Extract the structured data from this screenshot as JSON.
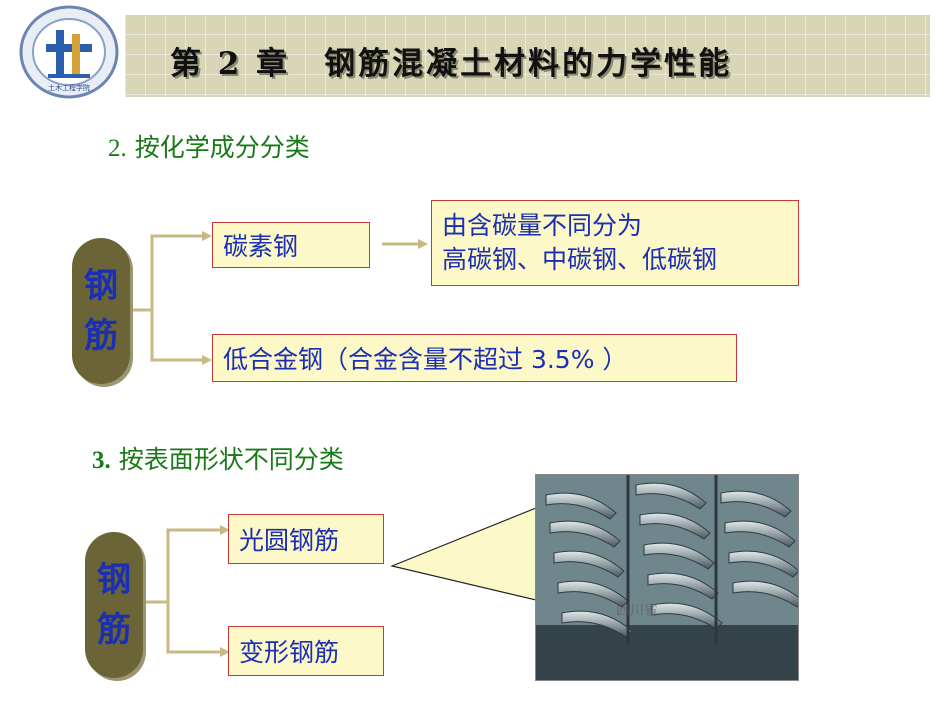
{
  "header": {
    "title": "第 2 章　钢筋混凝土材料的力学性能",
    "logo_text": "土木工程学院"
  },
  "section_chemical": {
    "heading_num": "2.",
    "heading_text": "按化学成分分类",
    "root_char1": "钢",
    "root_char2": "筋",
    "carbon_steel": "碳素钢",
    "carbon_detail_line1": "由含碳量不同分为",
    "carbon_detail_line2": "高碳钢、中碳钢、低碳钢",
    "low_alloy_steel": "低合金钢（合金含量不超过 3.5% ）"
  },
  "section_surface": {
    "heading_num": "3.",
    "heading_text": "按表面形状不同分类",
    "root_char1": "钢",
    "root_char2": "筋",
    "plain_bar": "光圆钢筋",
    "deformed_bar": "变形钢筋",
    "photo_watermark": "四川省"
  },
  "colors": {
    "heading_green": "#1a7a1a",
    "box_text_blue": "#1a2fb4",
    "box_fill": "#fdf8c8",
    "box_border": "#c83a3a",
    "pillar": "#6a6436",
    "connector": "#c8b985"
  }
}
